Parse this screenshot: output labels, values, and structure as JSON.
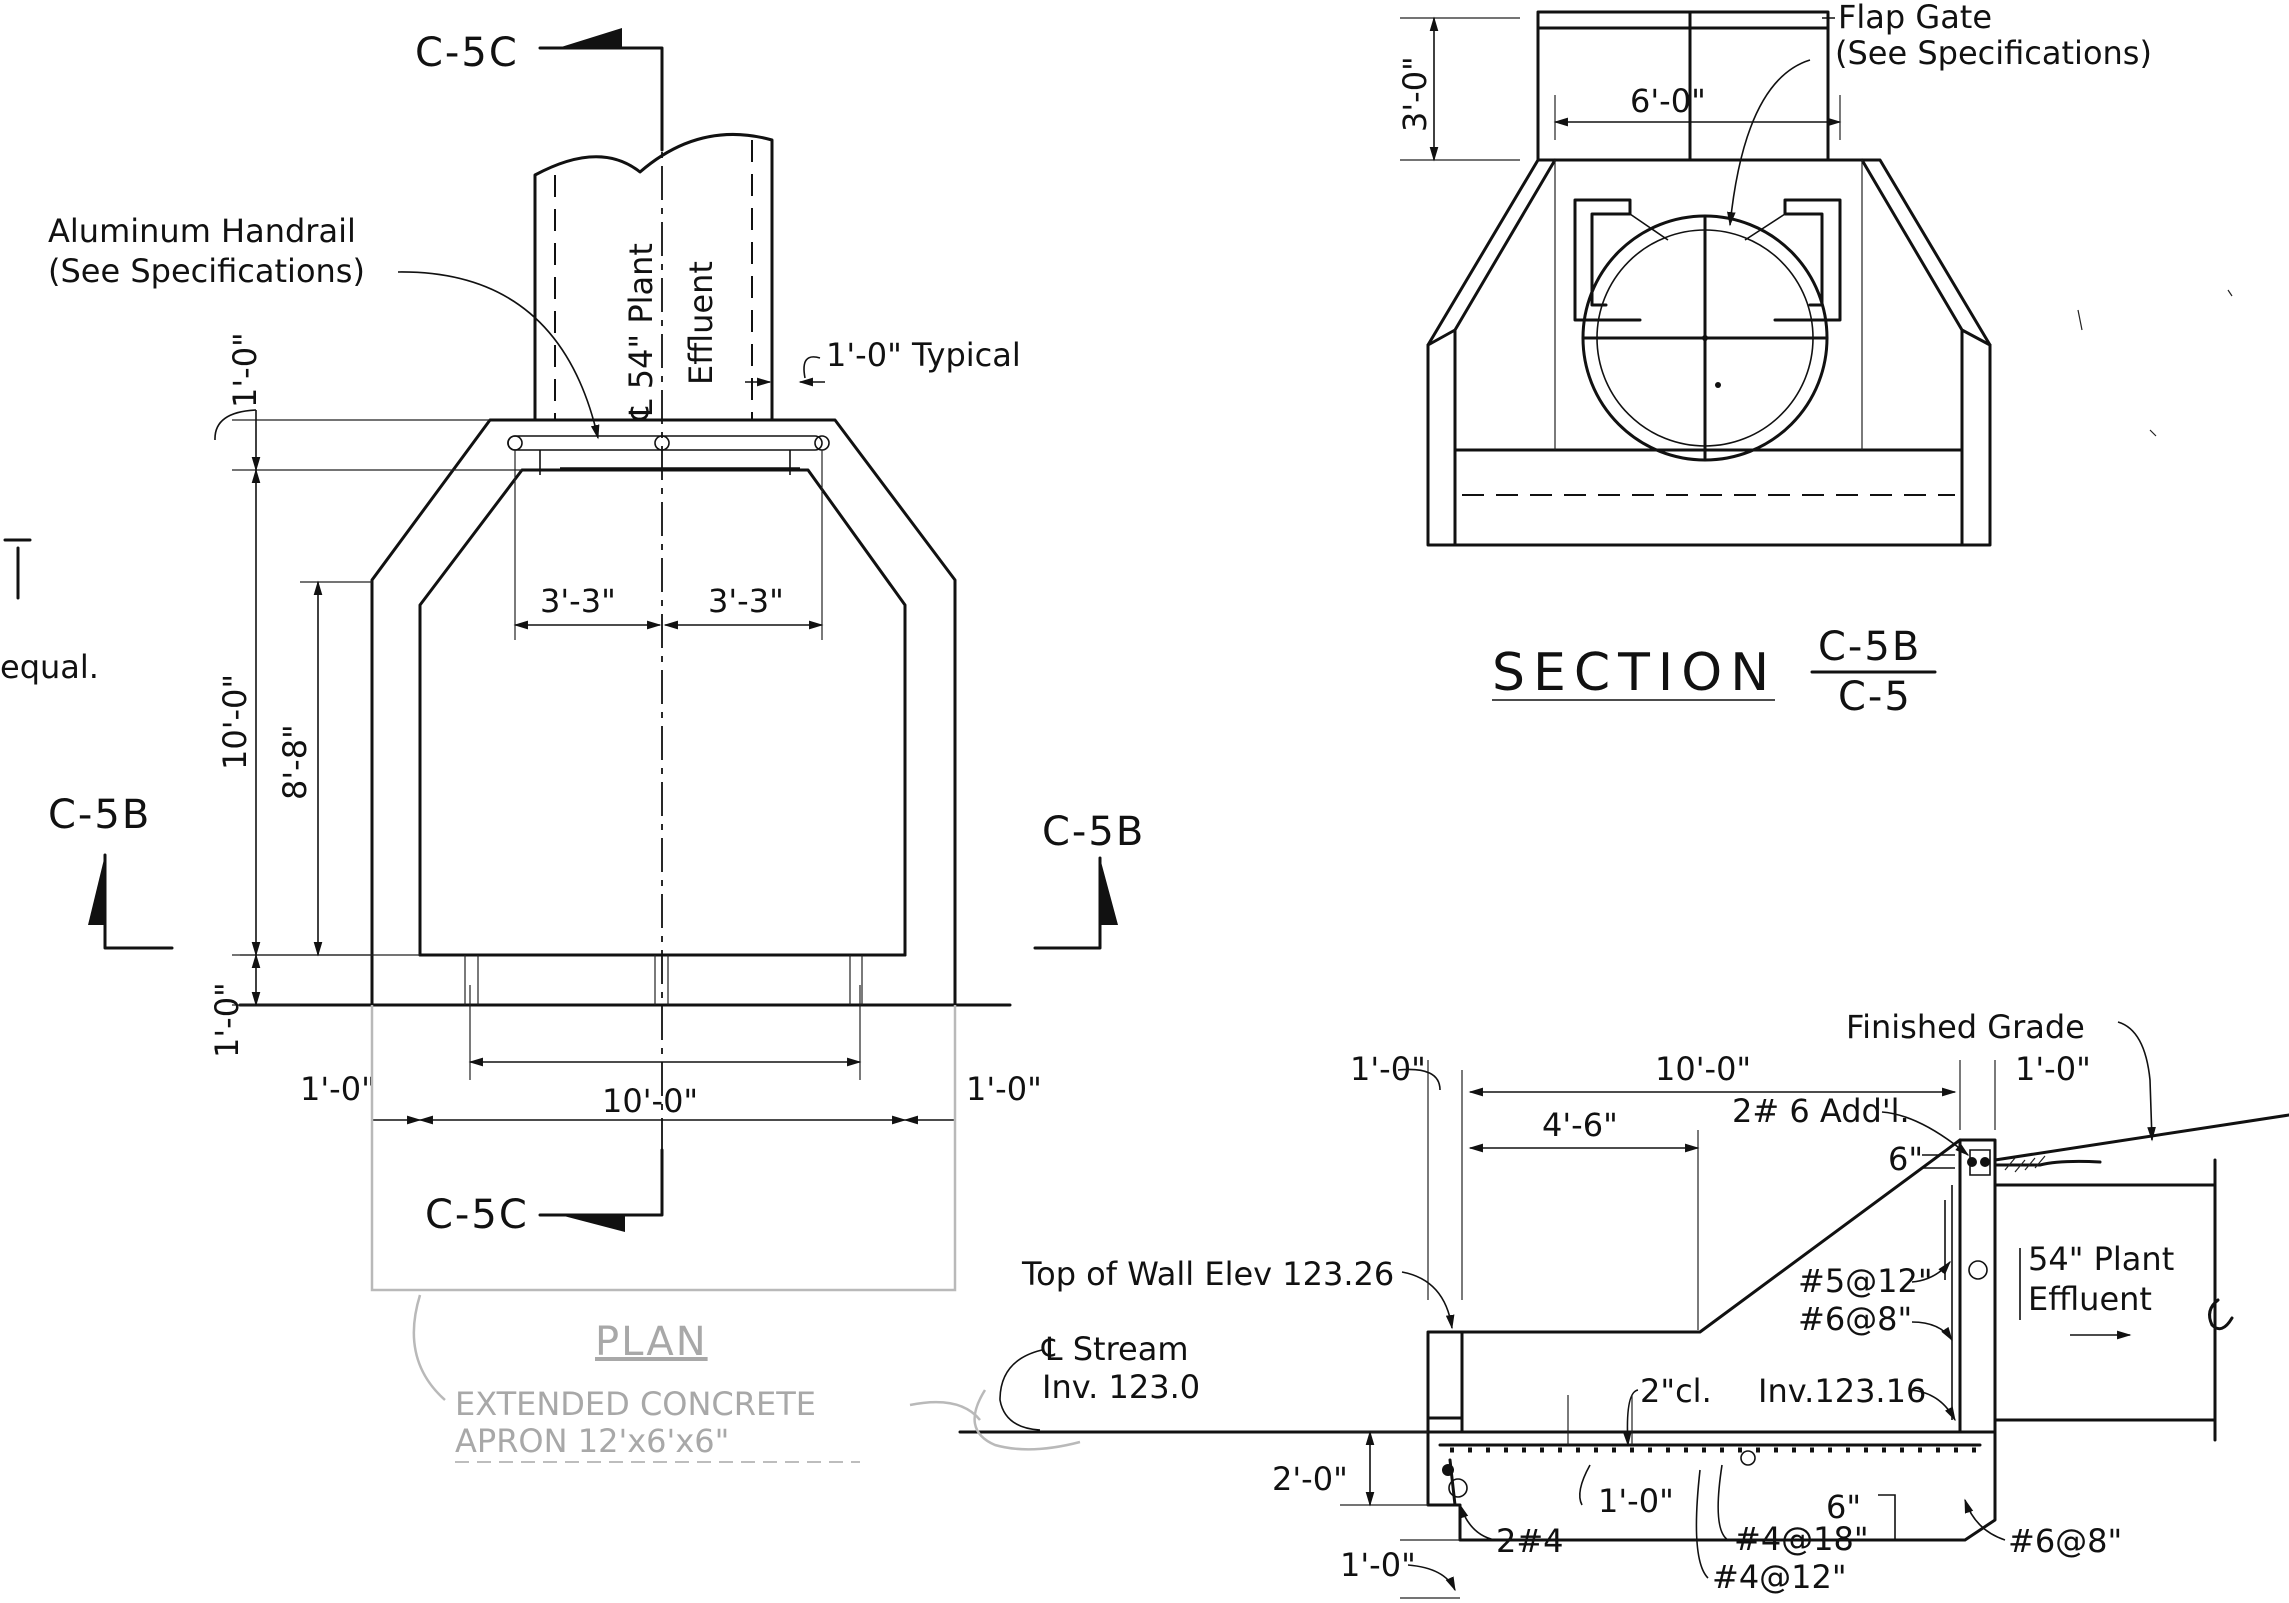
{
  "plan": {
    "section_marks": {
      "c5c": "C-5C",
      "c5b": "C-5B"
    },
    "handrail": {
      "line1": "Aluminum Handrail",
      "line2": "(See Specifications)"
    },
    "pipe": {
      "line1": "℄ 54\" Plant",
      "line2": "Effluent"
    },
    "typical": "1'-0\" Typical",
    "dims": {
      "half_width": "3'-3\"",
      "inner_depth": "8'-8\"",
      "overall_depth": "10'-0\"",
      "top_offset": "1'-0\"",
      "bottom_offset": "1'-0\"",
      "wall_left": "1'-0\"",
      "wall_right": "1'-0\"",
      "width": "10'-0\""
    },
    "title": "PLAN",
    "apron": {
      "line1": "EXTENDED CONCRETE",
      "line2": "APRON 12'x6'x6\""
    },
    "left_fragment": "equal."
  },
  "section_b": {
    "flap_gate": {
      "line1": "Flap Gate",
      "line2": "(See Specifications)"
    },
    "dim_height": "3'-0\"",
    "dim_width": "6'-0\"",
    "title": "SECTION",
    "ref_top": "C-5B",
    "ref_bottom": "C-5"
  },
  "section_c": {
    "finished_grade": "Finished Grade",
    "dim_overall": "10'-0\"",
    "dim_left": "1'-0\"",
    "dim_right": "1'-0\"",
    "dim_inner": "4'-6\"",
    "add_bars": "2# 6 Add'l.",
    "dim_6in_top": "6\"",
    "pipe": {
      "line1": "54\" Plant",
      "line2": "Effluent"
    },
    "bar_5": "#5@12\"",
    "bar_6": "#6@8\"",
    "top_of_wall": "Top of Wall Elev 123.26",
    "stream": {
      "line1": "℄ Stream",
      "line2": "Inv. 123.0"
    },
    "clear": "2\"cl.",
    "invert": "Inv.123.16",
    "dim_2ft": "2'-0\"",
    "dim_1ft_a": "1'-0\"",
    "dim_6in_b": "6\"",
    "bars_2_4": "2#4",
    "bar_4_18": "#4@18\"",
    "bar_4_12": "#4@12\"",
    "bar_6_8": "#6@8\"",
    "dim_1ft_bottom": "1'-0\""
  }
}
